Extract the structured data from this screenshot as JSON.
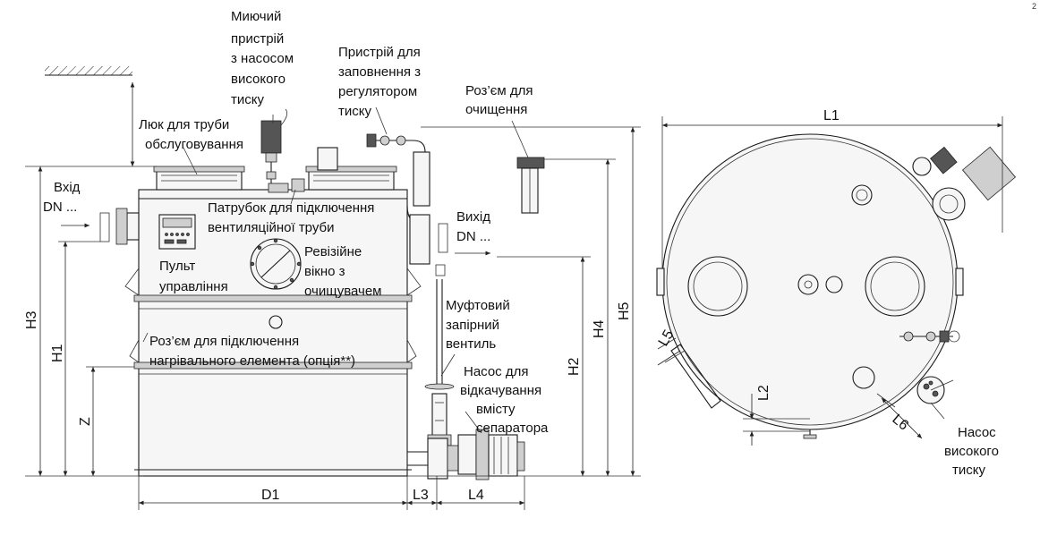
{
  "page_number": "2",
  "callouts": {
    "washer": [
      "Миючий",
      "пристрій",
      "з насосом",
      "високого",
      "тиску"
    ],
    "filler": [
      "Пристрій для",
      "заповнення з",
      "регулятором",
      "тиску"
    ],
    "cleaning": [
      "Роз’єм для",
      "очищення"
    ],
    "hatch": [
      "Люк для труби",
      "обслуговування"
    ],
    "inlet": [
      "Вхід",
      "DN ..."
    ],
    "vent": [
      "Патрубок для підключення",
      "вентиляційної труби"
    ],
    "outlet": [
      "Вихід",
      "DN ..."
    ],
    "panel": [
      "Пульт",
      "управління"
    ],
    "window": [
      "Ревізійне",
      "вікно з",
      "очищувачем"
    ],
    "valve": [
      "Муфтовий",
      "запірний",
      "вентиль"
    ],
    "heater": [
      "Роз’єм для підключення",
      "нагрівального елемента (опція**)"
    ],
    "pump": [
      "Насос для",
      "відкачування",
      "вмісту",
      "сепаратора"
    ],
    "hp_pump": [
      "Насос",
      "високого",
      "тиску"
    ]
  },
  "dimensions": {
    "L1": "L1",
    "D1": "D1",
    "L3": "L3",
    "L4": "L4",
    "H1": "H1",
    "H2": "H2",
    "H3": "H3",
    "H4": "H4",
    "H5": "H5",
    "Z": "Z",
    "L2": "L2",
    "L5": "L5",
    "L6": "L6"
  }
}
